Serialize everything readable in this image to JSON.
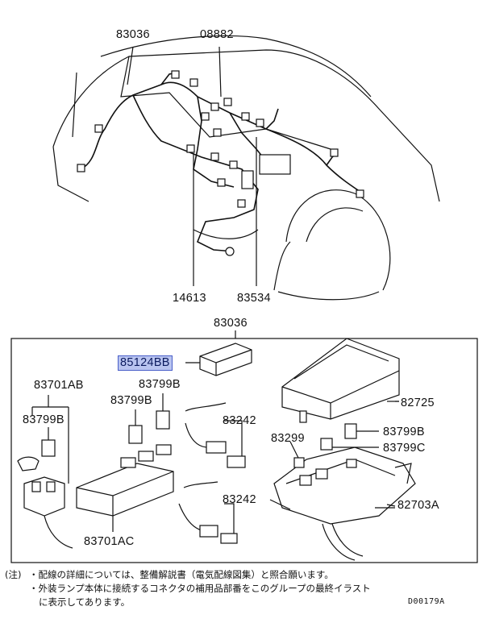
{
  "part_labels": {
    "p83036_top": "83036",
    "p08882": "08882",
    "p14613": "14613",
    "p83534": "83534",
    "p83036_box": "83036",
    "p85124BB": "85124BB",
    "p83701AB": "83701AB",
    "p83799B_1": "83799B",
    "p83799B_2": "83799B",
    "p83799B_3": "83799B",
    "p83799B_4": "83799B",
    "p82725": "82725",
    "p83242_1": "83242",
    "p83242_2": "83242",
    "p83299": "83299",
    "p83799C": "83799C",
    "p82703A": "82703A",
    "p83701AC": "83701AC"
  },
  "highlighted_part": "85124BB",
  "notes": {
    "prefix": "(注)",
    "line1": "・配線の詳細については、整備解説書（電気配線図集）と照合願います。",
    "line2": "・外装ランプ本体に接続するコネクタの補用品部番をこのグループの最終イラスト",
    "line3": "に表示してあります。"
  },
  "drawing_code": "D00179A",
  "colors": {
    "line": "#111111",
    "highlight_fill": "#b9c4f0",
    "highlight_border": "#4a5fc9"
  }
}
